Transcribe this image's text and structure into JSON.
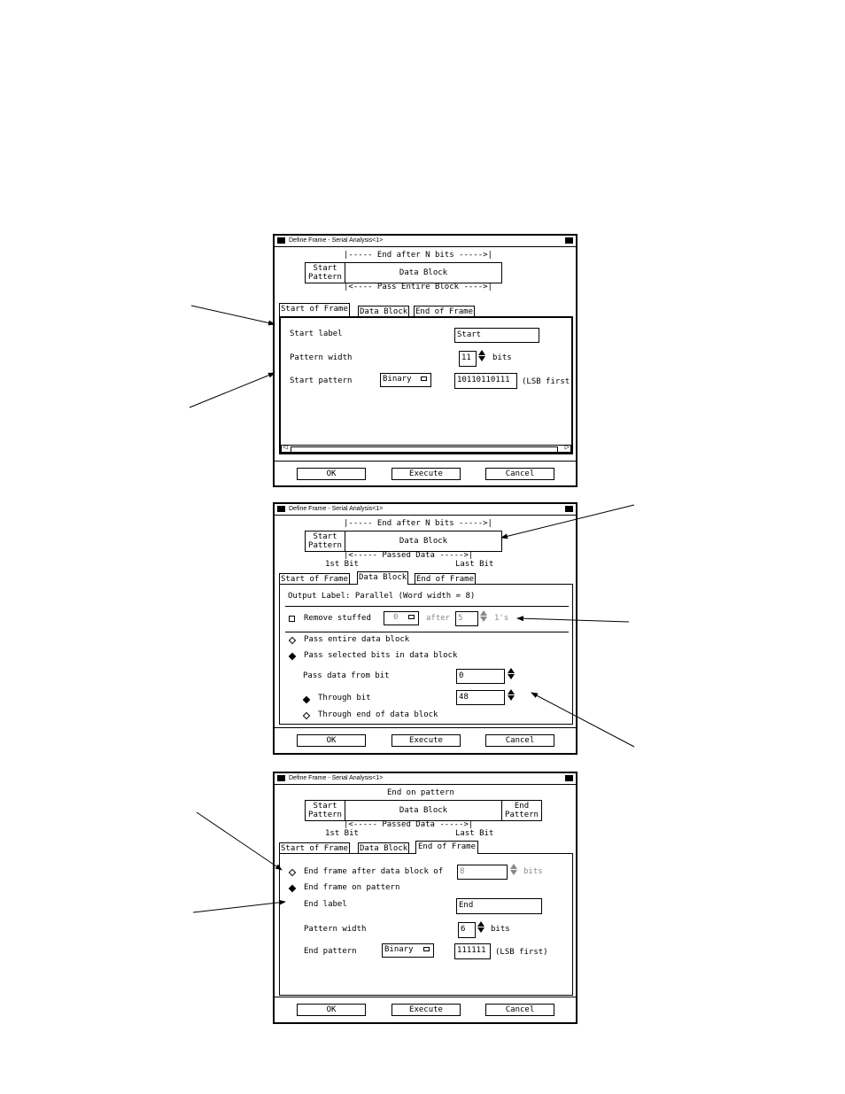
{
  "window_title": "Define Frame - Serial Analysis<1>",
  "tabs": [
    "Start of Frame",
    "Data Block",
    "End of Frame"
  ],
  "buttons": {
    "ok": "OK",
    "execute": "Execute",
    "cancel": "Cancel"
  },
  "dialog1": {
    "diagram": {
      "top": "|----- End after N bits ----->|",
      "start_pattern": [
        "Start",
        "Pattern"
      ],
      "data_block": "Data Block",
      "bottom": "|<---- Pass Entire Block ---->|"
    },
    "start_label_label": "Start label",
    "start_label_value": "Start",
    "pattern_width_label": "Pattern width",
    "pattern_width_value": "11",
    "pattern_width_unit": "bits",
    "start_pattern_label": "Start pattern",
    "format": "Binary",
    "pattern_value": "10110110111",
    "pattern_note": "(LSB first"
  },
  "dialog2": {
    "diagram": {
      "top": "|----- End after N bits ----->|",
      "start_pattern": [
        "Start",
        "Pattern"
      ],
      "data_block": "Data Block",
      "bottom": "|<----- Passed Data ----->|",
      "first_bit": "1st Bit",
      "last_bit": "Last Bit"
    },
    "output_label": "Output Label: Parallel (Word width = 8)",
    "remove_stuffed": "Remove stuffed",
    "stuffed_value": "0",
    "after_label": "after",
    "after_value": "5",
    "ones_label": "1's",
    "pass_entire": "Pass entire data block",
    "pass_selected": "Pass selected bits in data block",
    "pass_from_label": "Pass data from bit",
    "pass_from_value": "0",
    "through_bit_label": "Through bit",
    "through_bit_value": "48",
    "through_end_label": "Through end of data block"
  },
  "dialog3": {
    "diagram": {
      "top": "End on pattern",
      "start_pattern": [
        "Start",
        "Pattern"
      ],
      "data_block": "Data Block",
      "end_pattern": [
        "End",
        "Pattern"
      ],
      "bottom": "|<----- Passed Data ----->|",
      "first_bit": "1st Bit",
      "last_bit": "Last Bit"
    },
    "end_after_label": "End frame after data block of",
    "end_after_value": "8",
    "end_after_unit": "bits",
    "end_on_pattern": "End frame on pattern",
    "end_label_label": "End label",
    "end_label_value": "End",
    "pattern_width_label": "Pattern width",
    "pattern_width_value": "6",
    "pattern_width_unit": "bits",
    "end_pattern_label": "End pattern",
    "format": "Binary",
    "pattern_value": "111111",
    "pattern_note": "(LSB first)"
  }
}
